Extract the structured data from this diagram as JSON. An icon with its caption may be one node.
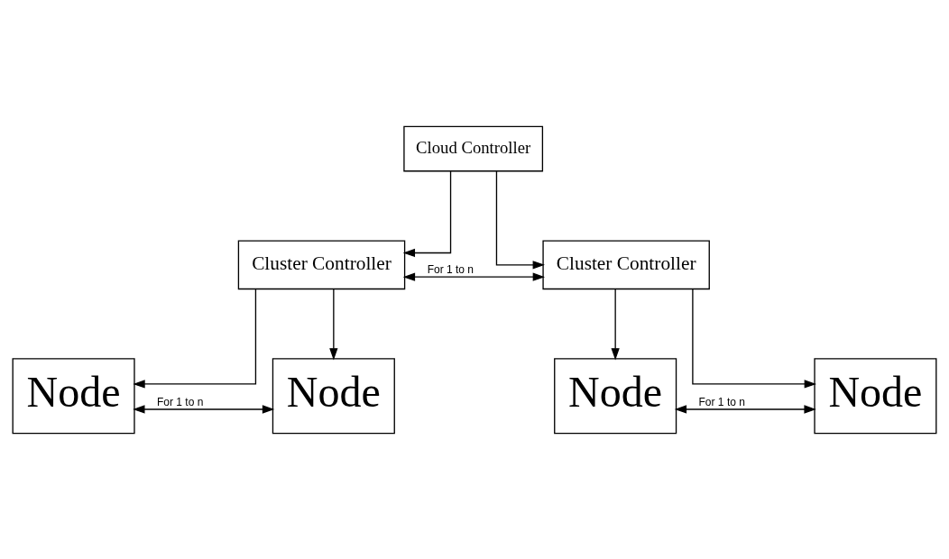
{
  "diagram": {
    "nodes": [
      {
        "text": [
          "Cloud Controller"
        ]
      },
      {
        "text": [
          "Cluster Controller"
        ]
      },
      {
        "text": [
          "Cluster Controller"
        ]
      },
      {
        "text": [
          "Node"
        ]
      },
      {
        "text": [
          "Node"
        ]
      },
      {
        "text": [
          "Node"
        ]
      },
      {
        "text": [
          "Node"
        ]
      }
    ],
    "edges": [
      {
        "from": 0,
        "to": 1,
        "arrow": "to"
      },
      {
        "from": 0,
        "to": 2,
        "arrow": "to"
      },
      {
        "from": 1,
        "to": 2,
        "arrow": "both",
        "label": "For 1 to n"
      },
      {
        "from": 1,
        "to": 3,
        "arrow": "to"
      },
      {
        "from": 1,
        "to": 4,
        "arrow": "to"
      },
      {
        "from": 3,
        "to": 4,
        "arrow": "both",
        "label": "For 1 to n"
      },
      {
        "from": 2,
        "to": 5,
        "arrow": "to"
      },
      {
        "from": 2,
        "to": 6,
        "arrow": "to"
      },
      {
        "from": 5,
        "to": 6,
        "arrow": "both",
        "label": "For 1 to n"
      }
    ]
  }
}
